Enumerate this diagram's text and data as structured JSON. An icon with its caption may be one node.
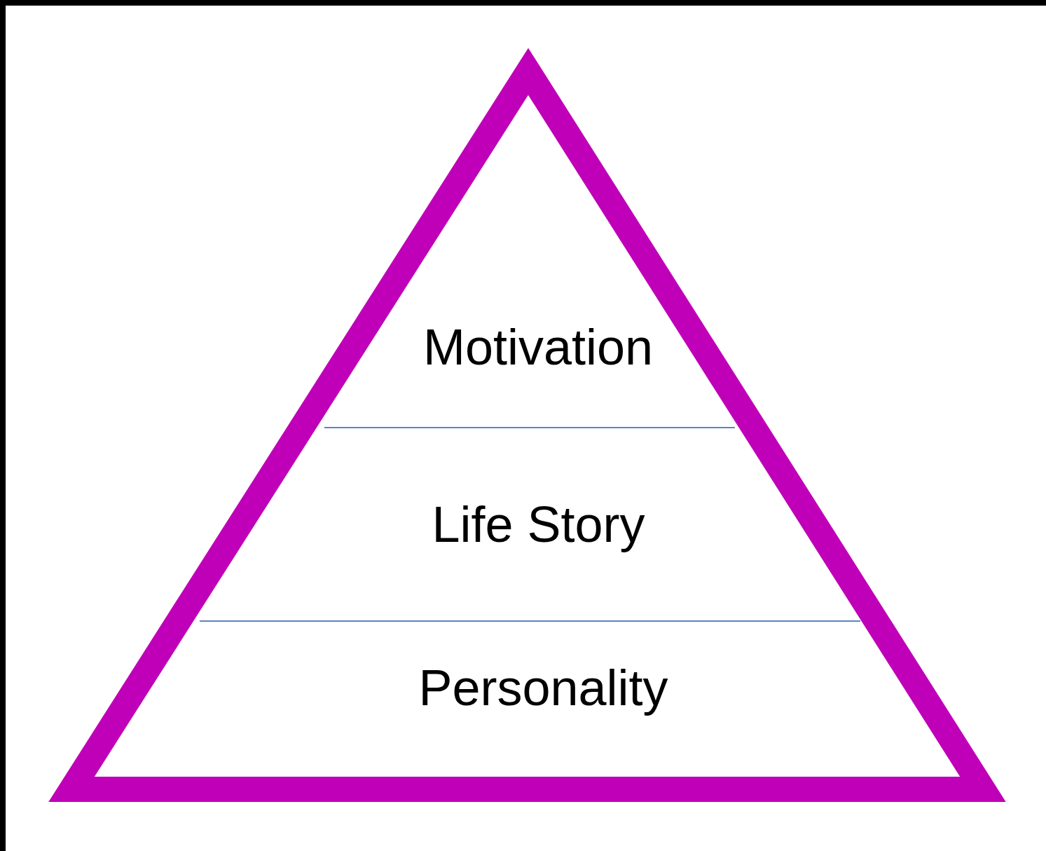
{
  "diagram": {
    "nodes": [
      {
        "text": [
          "Motivation"
        ]
      },
      {
        "text": [
          "Life Story"
        ]
      },
      {
        "text": [
          "Personality"
        ]
      }
    ],
    "edges": []
  }
}
